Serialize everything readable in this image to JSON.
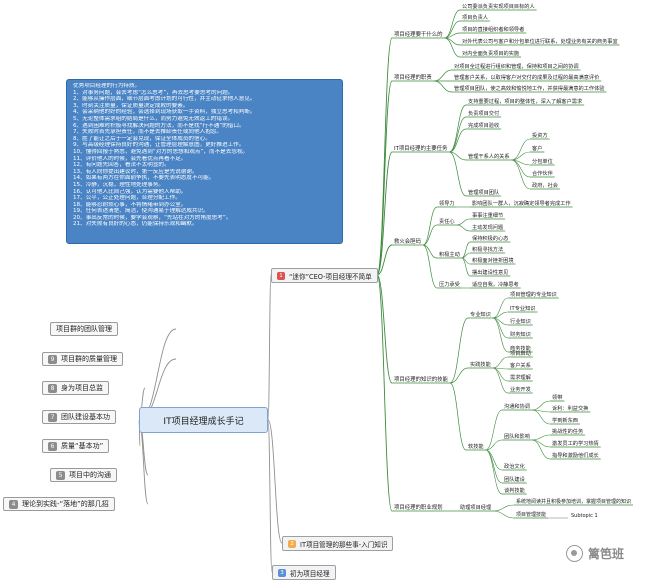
{
  "root": {
    "title": "IT项目经理成长手记"
  },
  "note": {
    "lines": [
      "优秀项目经理的行为特质。",
      "1、对事务问题，会去考虑“怎么思考”，再去思考要思考的问题。",
      "2、能够从操作层面，细节层面考虑计划的可行性，并主动征求他人意见。",
      "3、时刻关注质量，保证质量决定成败的要素。",
      "4、会采纳他的好的经验，会选择到现场获取一手资料，独立思考和判断。",
      "5、无论整体需求组的结局是什么，而努力避免无效返工的错误。",
      "6、遇到困难时积极寻找解决问题的方法，而不是找“行不通”的借口。",
      "7、失败时首先承担责任，而不是去推卸责任或向他人抱怨。",
      "8、胜了能让之后于一定会兑现，保证全体成员的信心。",
      "9、与高级经理保持良好的沟通，让管理层理解意图，更好推进工作。",
      "10、懂得回报于熟悉，避免遇到“对方的思想和观点”，而不是去忽视。",
      "11、评价他人的时候，会先看优点再看不足。",
      "12、有问题先回答，看法不太明显的。",
      "13、有人向你提出建议时，第一反应是先说谢谢。",
      "14、如果有两方在你面前争执，不要先表明态度不可能。",
      "15、冷静，沉稳，理性地处理事务。",
      "16、认可他人比自己强，认为需要他人帮助。",
      "17、公平，公正处理问题，合理分配工作。",
      "18、能够忍耐烦心事，不将情绪带到办公室。",
      "19、任何表述清楚、简洁，使沟通易于理解达成共识。",
      "20、事出反常的时候，要学会观察，“先站在对方的角度思考”。",
      "21、对失败有良好的心态，仍能保持乐观和幽默。"
    ]
  },
  "left_nodes": [
    {
      "label": "项目群的团队管理",
      "num": ""
    },
    {
      "label": "项目群的质量管理",
      "num": "9"
    },
    {
      "label": "身为项目总监",
      "num": "8"
    },
    {
      "label": "团队建设基本功",
      "num": "7"
    },
    {
      "label": "质量“基本功”",
      "num": "6"
    },
    {
      "label": "项目中的沟通",
      "num": "5"
    },
    {
      "label": "理论到实践-“落地”的那几招",
      "num": "4"
    }
  ],
  "right_main": [
    {
      "label": "“迷你”CEO-项目经理不简单",
      "num": "1",
      "color": "#d9534f"
    },
    {
      "label": "IT项目管理的那些事-入门知识",
      "num": "2",
      "color": "#f0ad4e"
    },
    {
      "label": "初为项目经理",
      "num": "3",
      "color": "#5b8fd6"
    }
  ],
  "tree": {
    "b1": {
      "label": "项目经理要干什么的",
      "items": [
        "公司委派负责实现项目目标的人",
        "项目负责人",
        "项目的直接组织者和领导者",
        "对外代表公司与客户和分包单位进行联系，处理业务有关的商务事宜",
        "对内全面负责项目的实施"
      ]
    },
    "b2": {
      "label": "项目经理的职责",
      "items": [
        "对项目全过程进行组织和管理，保持和项目之间的协调",
        "管理客户关系，以取得客户对交付的成果及过程的最高满意评价",
        "管理项目团队，使之高效和愉悦地工作，并获得最满意的工作体验"
      ]
    },
    "b3": {
      "label": "IT项目经理的主要任务",
      "items": [
        "支持重要过程，项目的整体性，深入了解客户需求",
        "负责项目交付",
        "完成项目验收",
        "管理干系人的关系",
        "管理项目团队"
      ],
      "stakeholders": [
        "投资方",
        "客户",
        "分包单位",
        "合作伙伴",
        "政府，社会"
      ]
    },
    "b4": {
      "label": "救火会胆码",
      "groups": [
        {
          "label": "领导力",
          "items": [
            "影响团队一群人，沉寂确定领导者完成工作"
          ]
        },
        {
          "label": "责任心",
          "items": [
            "事事注重细节",
            "主动发现问题"
          ]
        },
        {
          "label": "积极主动",
          "items": [
            "保持积极的心态",
            "积极寻找方法",
            "积极面对挫折困境",
            "摆出建设性意见"
          ]
        },
        {
          "label": "压力承受",
          "items": [
            "适应自我，冷静思考"
          ]
        }
      ]
    },
    "b5": {
      "label": "项目经理的知识的技能",
      "groups": [
        {
          "label": "专业知识",
          "items": [
            "项目管理的专业知识",
            "IT专业知识",
            "行业知识",
            "财务知识",
            "商务技能"
          ]
        },
        {
          "label": "实践技能",
          "items": [
            "项目启动",
            "客户关系",
            "需求理解",
            "业务开发"
          ]
        },
        {
          "label": "软技能",
          "items": [
            "沟通和协调",
            "团队和影响",
            "政治文化",
            "团队建设",
            "谈判技能"
          ],
          "sub_comm": [
            "领带",
            "诉利：利益交换",
            "学到新东西"
          ],
          "sub_team": [
            "挑战性的任务",
            "激发员工的学习热情",
            "指导和激励他们成长"
          ]
        }
      ]
    },
    "b6": {
      "label": "项目经理的职业规划",
      "mid": "助理项目经理",
      "items": [
        "系统地阅读并且积极参加培训，掌握项目管理的知识",
        "项目管理技能"
      ],
      "extra": "Subtopic 1"
    }
  },
  "watermark": {
    "text": "篱笆班"
  }
}
